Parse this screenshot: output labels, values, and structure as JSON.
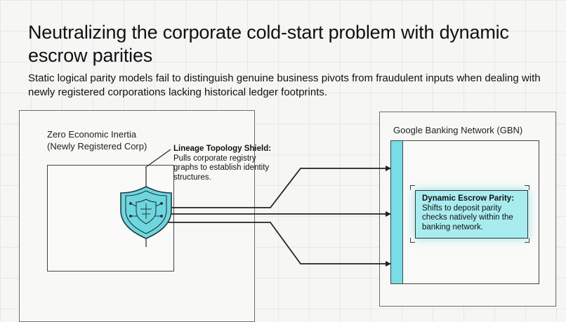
{
  "header": {
    "title": "Neutralizing the corporate cold-start problem with dynamic escrow parities",
    "subtitle": "Static logical parity models fail to distinguish genuine business pivots from fraudulent inputs when dealing with newly registered corporations lacking historical ledger footprints."
  },
  "left_panel": {
    "label_line1": "Zero Economic Inertia",
    "label_line2": "(Newly Registered Corp)"
  },
  "shield_callout": {
    "bold_text": "Lineage Topology Shield:",
    "text": "Pulls corporate registry graphs to establish identity structures.",
    "icon": "shield-circuit-icon"
  },
  "right_panel": {
    "label": "Google Banking Network (GBN)"
  },
  "escrow_callout": {
    "bold_text": "Dynamic Escrow Parity:",
    "text": "Shifts to deposit parity checks natively within the banking network."
  },
  "colors": {
    "accent_teal": "#78dde4",
    "accent_teal_light": "#a9ecf0",
    "line_dark": "#222222",
    "panel_border": "#6e6e6e",
    "background": "#f6f6f4"
  }
}
